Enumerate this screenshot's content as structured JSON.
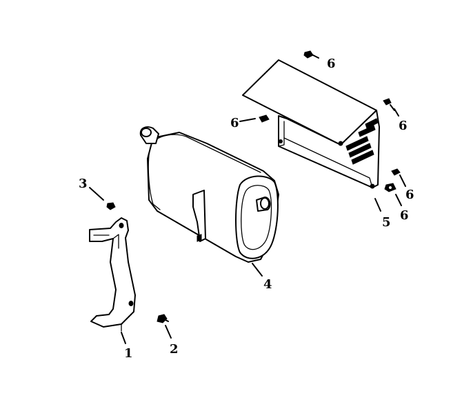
{
  "callouts": {
    "bracket": "1",
    "bracket_screw": "2",
    "bracket_top_screw": "3",
    "muffler": "4",
    "heat_shield": "5",
    "shield_screw_top": "6",
    "shield_screw_left": "6",
    "shield_screw_right_upper": "6",
    "shield_screw_right_lower": "6",
    "shield_screw_bottom": "6"
  },
  "colors": {
    "line": "#000000",
    "background": "#ffffff"
  }
}
